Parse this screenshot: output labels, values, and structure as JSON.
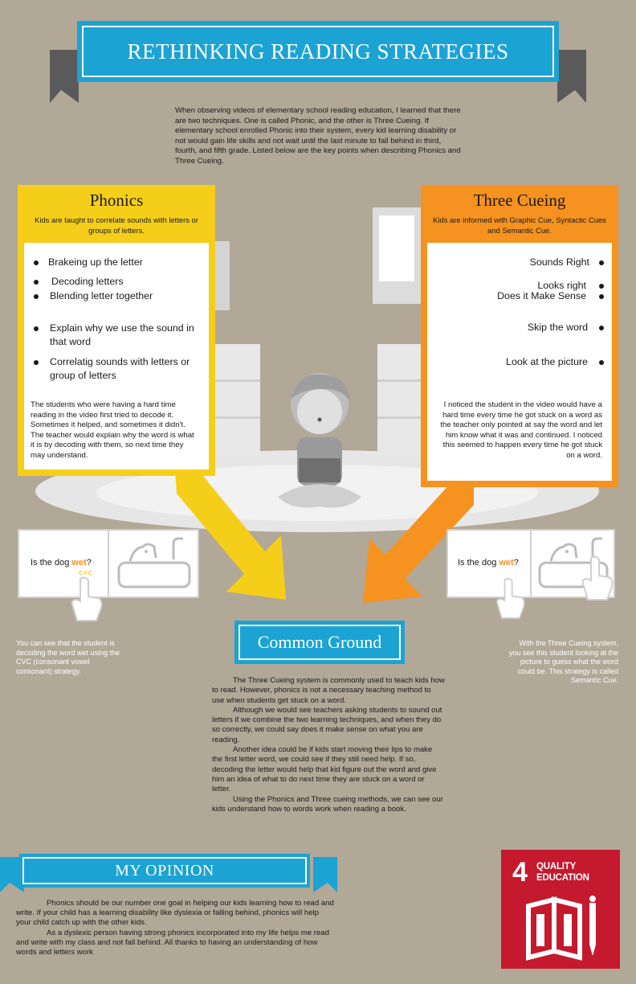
{
  "title": "RETHINKING READING STRATEGIES",
  "intro": "When observing videos of elementary school reading education, I learned that there are two techniques. One is called Phonic, and the other is Three Cueing. If elementary school enrolled Phonic into their system, every kid learning disability or not would gain life skills and not wait until the last minute to fall behind in third, fourth, and fifth grade. Listed below are the key points when describing Phonics and Three Cueing.",
  "phonics": {
    "heading": "Phonics",
    "subtitle": "Kids are taught to correlate sounds with letters or groups of letters.",
    "bullets": [
      "Brakeing up the letter",
      "Decoding letters",
      "Blending letter together",
      "Explain why we use the sound in that word",
      "Correlatig sounds with letters or group of letters"
    ],
    "paragraph": "The students who were having a hard time reading in the video first tried to decode it. Sometimes it helped, and sometimes it didn't. The teacher would explain why the word is what it is by decoding with them, so next time they may understand."
  },
  "cueing": {
    "heading": "Three Cueing",
    "subtitle": "Kids are informed with Graphic Cue, Syntactic Cues and Semantic Cue.",
    "bullets": [
      "Sounds Right",
      "Looks right",
      "Does it Make Sense",
      "Skip the word",
      "Look at the picture"
    ],
    "paragraph": "I noticed the student in the video would have a hard time every time he got stuck on a word as the teacher only pointed at say the word and let him know what it was and continued. I noticed this seemed to happen every time he got stuck on a word."
  },
  "book_left": {
    "question_prefix": "Is the dog ",
    "highlight": "wet",
    "question_suffix": "?",
    "cvc": "CVC"
  },
  "book_right": {
    "question_prefix": "Is the dog ",
    "highlight": "wet",
    "question_suffix": "?"
  },
  "left_note": "You can see that the student is decoding the word wet using the CVC (consonant vowel consonant) strategy.",
  "right_note": "With the Three Cueing system, you see this student looking at the picture to guess what the word could be. This strategy is called Semantic Cue.",
  "common_ground": {
    "heading": "Common Ground",
    "paragraphs": [
      "The Three Cueing system is commonly used to teach kids how to read. However, phonics is not a necessary teaching method to use when students get stuck on a word.",
      "Although we would see teachers asking students to sound out letters if we combine the two learning techniques, and when they do so correctly, we could say does it make sense on what you are reading.",
      "Another idea could be if kids start moving their lips to make the first letter word, we could see if they still need help. If so, decoding the letter would help that kid figure out the word and give him an idea of what to do next time they are stuck on a word or letter.",
      "Using the Phonics and Three cueing methods, we can see our kids understand how to words work when reading a book."
    ]
  },
  "opinion": {
    "heading": "MY OPINION",
    "paragraphs": [
      "Phonics should be our number one goal in helping our kids learning how to read and write. If your child has a learning disability like dyslexia or falling behind, phonics will help your child catch up with the other kids.",
      "As a dyslexic person having strong phonics incorporated into my life helps me read and write with my class and not fall behind. All thanks to having an understanding of how words and letters work"
    ]
  },
  "sdg": {
    "number": "4",
    "label_line1": "QUALITY",
    "label_line2": "EDUCATION",
    "icon": "book-pencil-icon"
  },
  "colors": {
    "background": "#b1a898",
    "blue": "#1ba3d3",
    "yellow": "#f5ce1a",
    "orange": "#f59220",
    "sdg_red": "#c5192d"
  }
}
